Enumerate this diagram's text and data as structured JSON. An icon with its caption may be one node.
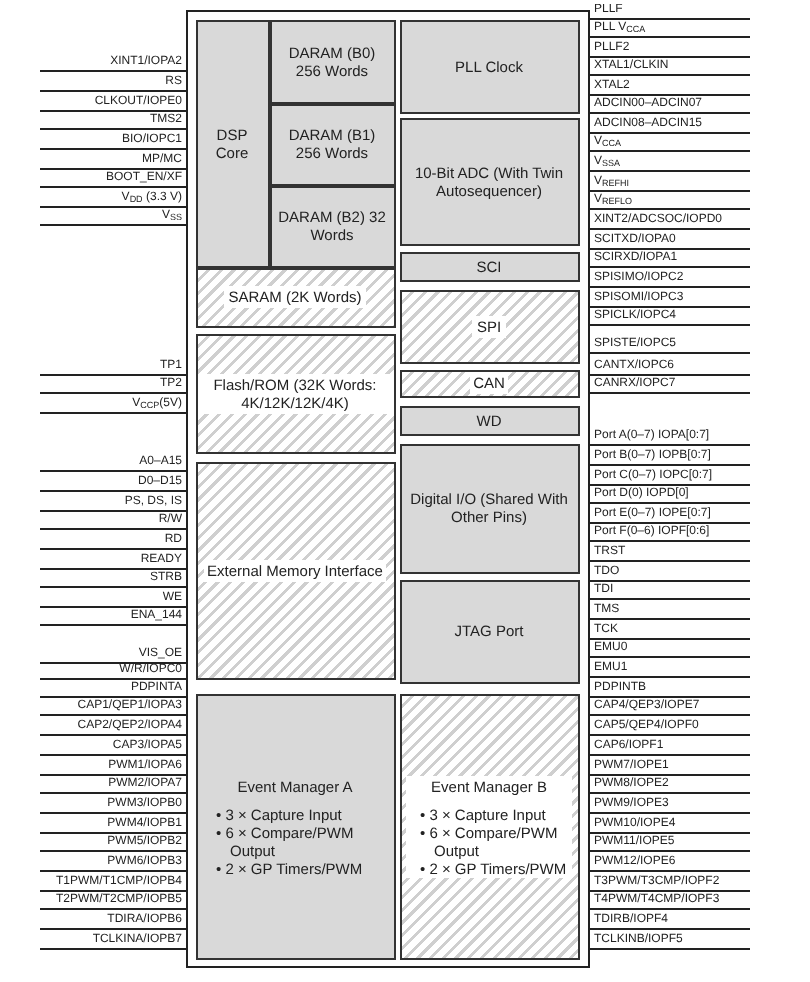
{
  "diagram": {
    "nodes": [
      {
        "text": [],
        "shape": "box"
      },
      {
        "text": [
          "DSP Core"
        ],
        "in": 0
      },
      {
        "text": [
          "DARAM (B0) 256 Words"
        ],
        "in": 0
      },
      {
        "text": [
          "DARAM (B1) 256 Words"
        ],
        "in": 0
      },
      {
        "text": [
          "DARAM (B2) 32 Words"
        ],
        "in": 0
      },
      {
        "text": [
          "PLL Clock"
        ],
        "in": 0
      },
      {
        "text": [
          "10-Bit ADC (With Twin Autosequencer)"
        ],
        "in": 0
      },
      {
        "text": [
          "SCI"
        ],
        "in": 0
      },
      {
        "text": [
          "SARAM (2K Words)"
        ],
        "in": 0
      },
      {
        "text": [
          "SPI"
        ],
        "in": 0
      },
      {
        "text": [
          "Flash/ROM (32K Words: 4K/12K/12K/4K)"
        ],
        "in": 0
      },
      {
        "text": [
          "CAN"
        ],
        "in": 0
      },
      {
        "text": [
          "WD"
        ],
        "in": 0
      },
      {
        "text": [
          "Digital I/O (Shared With Other Pins)"
        ],
        "in": 0
      },
      {
        "text": [
          "External Memory Interface"
        ],
        "in": 0
      },
      {
        "text": [
          "JTAG Port"
        ],
        "in": 0
      },
      {
        "text": [
          "Event Manager A",
          "• 3 × Capture Input",
          "• 6 × Compare/PWM Output",
          "• 2 × GP Timers/PWM"
        ],
        "in": 0
      },
      {
        "text": [
          "Event Manager B",
          "• 3 × Capture Input",
          "• 6 × Compare/PWM Output",
          "• 2 × GP Timers/PWM"
        ],
        "in": 0
      }
    ],
    "edges": [],
    "labels": [
      "XINT1/IOPA2",
      "RS",
      "CLKOUT/IOPE0",
      "TMS2",
      "BIO/IOPC1",
      "MP/MC",
      "BOOT_EN/XF",
      "V$_{DD}$ (3.3 V)",
      "V$_{SS}$",
      "TP1",
      "TP2",
      "V$_{CCP}$(5V)",
      "A0–A15",
      "D0–D15",
      "PS, DS, IS",
      "R/W",
      "RD",
      "READY",
      "STRB",
      "WE",
      "ENA_144",
      "VIS_OE",
      "W/R/IOPC0",
      "PDPINTA",
      "CAP1/QEP1/IOPA3",
      "CAP2/QEP2/IOPA4",
      "CAP3/IOPA5",
      "PWM1/IOPA6",
      "PWM2/IOPA7",
      "PWM3/IOPB0",
      "PWM4/IOPB1",
      "PWM5/IOPB2",
      "PWM6/IOPB3",
      "T1PWM/T1CMP/IOPB4",
      "T2PWM/T2CMP/IOPB5",
      "TDIRA/IOPB6",
      "TCLKINA/IOPB7",
      "PLLF",
      "PLL V$_{CCA}$",
      "PLLF2",
      "XTAL1/CLKIN",
      "XTAL2",
      "ADCIN00–ADCIN07",
      "ADCIN08–ADCIN15",
      "V$_{CCA}$",
      "V$_{SSA}$",
      "V$_{REFHI}$",
      "V$_{REFLO}$",
      "XINT2/ADCSOC/IOPD0",
      "SCITXD/IOPA0",
      "SCIRXD/IOPA1",
      "SPISIMO/IOPC2",
      "SPISOMI/IOPC3",
      "SPICLK/IOPC4",
      "SPISTE/IOPC5",
      "CANTX/IOPC6",
      "CANRX/IOPC7",
      "Port A(0–7) IOPA[0:7]",
      "Port B(0–7) IOPB[0:7]",
      "Port C(0–7) IOPC[0:7]",
      "Port D(0) IOPD[0]",
      "Port E(0–7) IOPE[0:7]",
      "Port F(0–6) IOPF[0:6]",
      "TRST",
      "TDO",
      "TDI",
      "TMS",
      "TCK",
      "EMU0",
      "EMU1",
      "PDPINTB",
      "CAP4/QEP3/IOPE7",
      "CAP5/QEP4/IOPF0",
      "CAP6/IOPF1",
      "PWM7/IOPE1",
      "PWM8/IOPE2",
      "PWM9/IOPE3",
      "PWM10/IOPE4",
      "PWM11/IOPE5",
      "PWM12/IOPE6",
      "T3PWM/T3CMP/IOPF2",
      "T4PWM/T4CMP/IOPF3",
      "TDIRB/IOPF4",
      "TCLKINB/IOPF5"
    ]
  }
}
